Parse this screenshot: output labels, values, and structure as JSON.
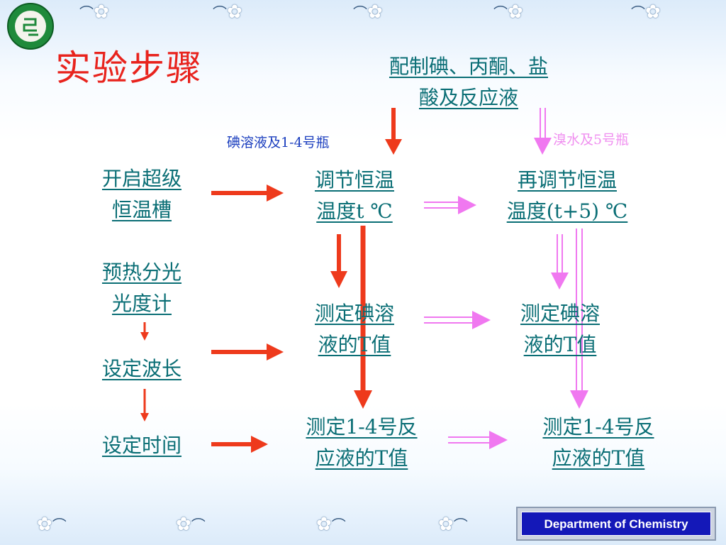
{
  "slide": {
    "title": "实验步骤",
    "footer": "Department of Chemistry",
    "colors": {
      "title": "#e8231d",
      "node": "#0a6e75",
      "arrow_red": "#ee3a1c",
      "arrow_pink": "#f078f0",
      "note_blue": "#1c3fbf",
      "note_pink": "#f090f0"
    }
  },
  "nodes": {
    "prepare": [
      "配制碘、丙酮、盐",
      "酸及反应液"
    ],
    "start_bath": [
      "开启超级",
      "恒温槽"
    ],
    "preheat": [
      "预热分光",
      "光度计"
    ],
    "set_wavelength": "设定波长",
    "set_time": "设定时间",
    "adjust_temp": [
      "调节恒温",
      "温度t ℃"
    ],
    "readjust_temp": [
      "再调节恒温",
      "温度(t+5) ℃"
    ],
    "measure_iodine_1": [
      "测定碘溶",
      "液的T值"
    ],
    "measure_iodine_2": [
      "测定碘溶",
      "液的T值"
    ],
    "measure_reaction_1": [
      "测定1-4号反",
      "应液的T值"
    ],
    "measure_reaction_2": [
      "测定1-4号反",
      "应液的T值"
    ]
  },
  "notes": {
    "iodine_bottles": "碘溶液及1-4号瓶",
    "bromine_bottle": "溴水及5号瓶"
  },
  "icons": {
    "logo": "university-logo-icon",
    "decoration": "flower-swirl-icon"
  }
}
